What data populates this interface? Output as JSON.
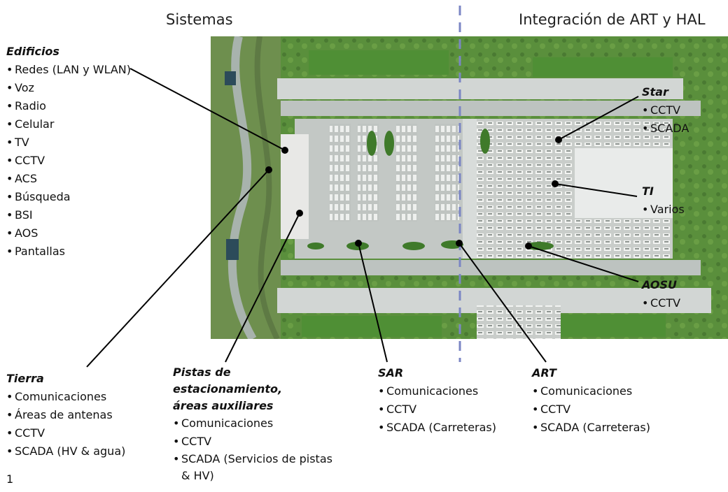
{
  "headings": {
    "left": "Sistemas",
    "right": "Integración de ART y HAL"
  },
  "groups": {
    "edificios": {
      "title": "Edificios",
      "items": [
        "Redes (LAN y WLAN)",
        "Voz",
        "Radio",
        "Celular",
        "TV",
        "CCTV",
        "ACS",
        "Búsqueda",
        "BSI",
        "AOS",
        "Pantallas"
      ]
    },
    "star": {
      "title": "Star",
      "items": [
        "CCTV",
        "SCADA"
      ]
    },
    "ti": {
      "title": "TI",
      "items": [
        "Varios"
      ]
    },
    "aosu": {
      "title": "AOSU",
      "items": [
        "CCTV"
      ]
    },
    "tierra": {
      "title": "Tierra",
      "items": [
        "Comunicaciones",
        "Áreas de antenas",
        "CCTV",
        "SCADA (HV & agua)"
      ]
    },
    "pistas": {
      "title_line1": "Pistas de",
      "title_line2": "estacionamiento,",
      "title_line3": "áreas auxiliares",
      "items": [
        "Comunicaciones",
        "CCTV",
        "SCADA (Servicios de pistas & HV)"
      ]
    },
    "sar": {
      "title": "SAR",
      "items": [
        "Comunicaciones",
        "CCTV",
        "SCADA (Carreteras)"
      ]
    },
    "art": {
      "title": "ART",
      "items": [
        "Comunicaciones",
        "CCTV",
        "SCADA (Carreteras)"
      ]
    }
  },
  "page_number": "1",
  "colors": {
    "divider": "#7b86c4",
    "grass": "#4f8f35",
    "pavement": "#d2d6d4",
    "line": "#000000"
  }
}
